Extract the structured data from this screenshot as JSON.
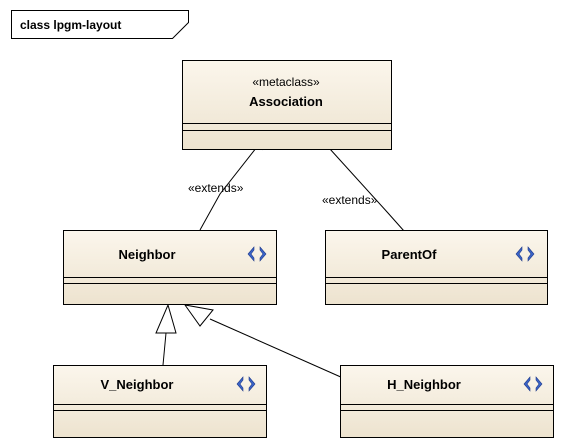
{
  "diagram": {
    "frame_label": "class lpgm-layout",
    "classes": {
      "association": {
        "stereotype": "«metaclass»",
        "name": "Association"
      },
      "neighbor": {
        "name": "Neighbor"
      },
      "parent_of": {
        "name": "ParentOf"
      },
      "v_neighbor": {
        "name": "V_Neighbor"
      },
      "h_neighbor": {
        "name": "H_Neighbor"
      }
    },
    "relations": {
      "neighbor_extends": "«extends»",
      "parent_of_extends": "«extends»"
    },
    "icon_name": "stereotype-extension-icon",
    "colors": {
      "class_fill": "#f5eee0",
      "border": "#000000",
      "icon_blue": "#3b64c8"
    }
  }
}
